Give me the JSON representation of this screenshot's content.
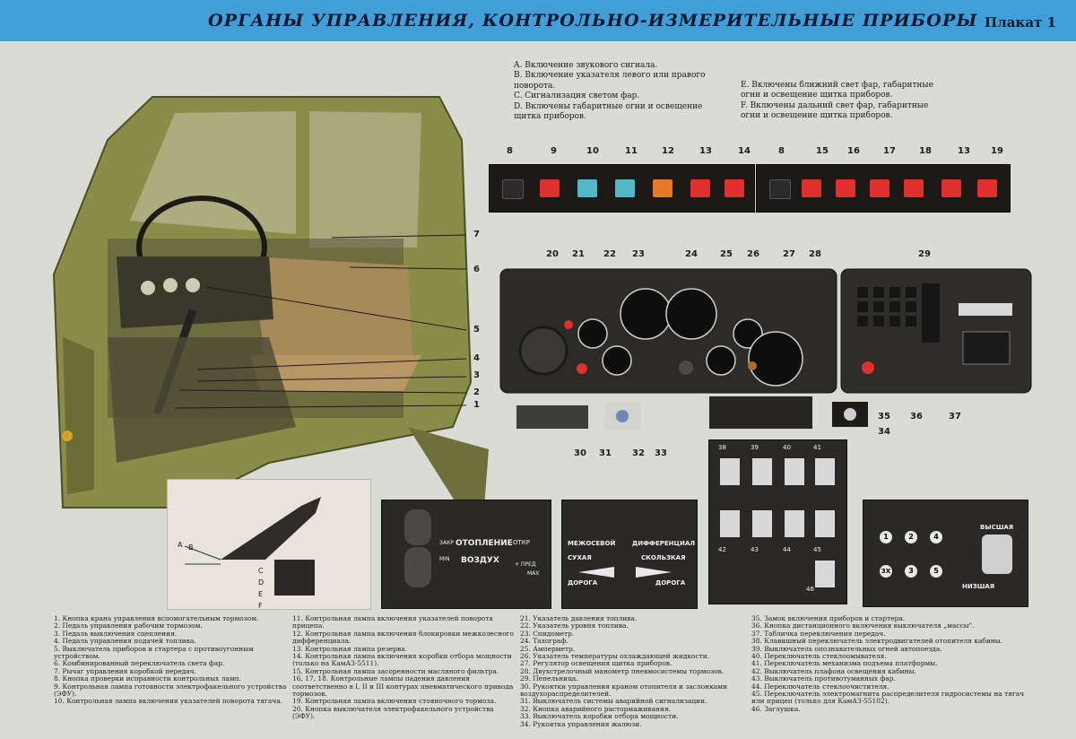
{
  "header": {
    "title": "ОРГАНЫ УПРАВЛЕНИЯ, КОНТРОЛЬНО-ИЗМЕРИТЕЛЬНЫЕ ПРИБОРЫ",
    "plakat": "Плакат 1"
  },
  "notes": [
    "A. Включение звукового сигнала.",
    "B. Включение указателя левого или правого поворота.",
    "C. Сигнализация светом фар.",
    "D. Включены габаритные огни и освещение щитка приборов.",
    "E. Включены ближний свет фар, габаритные огни и освещение щитка приборов.",
    "F. Включены дальний свет фар, габаритные огни и освещение щитка приборов."
  ],
  "numbers": {
    "top_strip": [
      "8",
      "9",
      "10",
      "11",
      "12",
      "13",
      "14",
      "8",
      "15",
      "16",
      "17",
      "18",
      "13",
      "19"
    ],
    "dash_top": [
      "20",
      "21",
      "22",
      "23",
      "24",
      "25",
      "26",
      "27",
      "28",
      "29"
    ],
    "dash_bottom": [
      "30",
      "31",
      "32",
      "33",
      "34",
      "35",
      "36",
      "37"
    ],
    "switch_panel": [
      "38",
      "39",
      "40",
      "41",
      "42",
      "43",
      "44",
      "45",
      "46"
    ],
    "cab": [
      "7",
      "6",
      "5",
      "4",
      "3",
      "2",
      "1"
    ]
  },
  "inset_labels": {
    "heater": {
      "title": "ОТОПЛЕНИЕ",
      "air": "ВОЗДУХ",
      "open": "ОТКР",
      "closed": "ЗАКР",
      "min": "MIN",
      "max": "MAX",
      "plus": "+ ПРЕД"
    },
    "diff": {
      "a": "МЕЖОСЕВОЙ",
      "b": "ДИФФЕРЕНЦИАЛ",
      "c": "СУХАЯ",
      "d": "СКОЛЬЗКАЯ",
      "e": "ДОРОГА",
      "f": "ДОРОГА"
    },
    "gear": {
      "high": "ВЫСШАЯ",
      "low": "НИЗШАЯ",
      "keys": [
        "1",
        "2",
        "4",
        "3X",
        "3",
        "5"
      ]
    },
    "lever": [
      "A",
      "B",
      "C",
      "D",
      "E",
      "F"
    ]
  },
  "legend": {
    "col1": [
      "1. Кнопка крана управления вспомогательным тормозом.",
      "2. Педаль управления рабочим тормозом.",
      "3. Педаль выключения сцепления.",
      "4. Педаль управления подачей топлива.",
      "5. Выключатель приборов и стартера с противоугонным устройством.",
      "6. Комбинированный переключатель света фар.",
      "7. Рычаг управления коробкой передач.",
      "8. Кнопка проверки исправности контрольных ламп.",
      "9. Контрольная лампа готовности электрофакельного устройства (ЭФУ).",
      "10. Контрольная лампа включения указателей поворота тягача."
    ],
    "col2": [
      "11. Контрольная лампа включения указателей поворота прицепа.",
      "12. Контрольная лампа включения блокировки межколесного дифференциала.",
      "13. Контрольная лампа резерва.",
      "14. Контрольная лампа включения коробки отбора мощности (только на КамАЗ-5511).",
      "15. Контрольная лампа засоренности масляного фильтра.",
      "16, 17, 18. Контрольные лампы падения давления соответственно в I, II и III контурах пневматического привода тормозов.",
      "19. Контрольная лампа включения стояночного тормоза.",
      "20. Кнопка выключателя электрофакельного устройства (ЭФУ)."
    ],
    "col3": [
      "21. Указатель давления топлива.",
      "22. Указатель уровня топлива.",
      "23. Спидометр.",
      "24. Тахограф.",
      "25. Амперметр.",
      "26. Указатель температуры охлаждающей жидкости.",
      "27. Регулятор освещения щитка приборов.",
      "28. Двухстрелочный манометр пневмосистемы тормозов.",
      "29. Пепельница.",
      "30. Рукоятки управления краном отопителя и заслонками воздухораспределителей.",
      "31. Выключатель системы аварийной сигнализации.",
      "32. Кнопка аварийного растормаживания.",
      "33. Выключатель коробки отбора мощности.",
      "34. Рукоятка управления жалюзи."
    ],
    "col4": [
      "35. Замок включения приборов и стартера.",
      "36. Кнопка дистанционного включения выключателя „массы\".",
      "37. Табличка переключения передач.",
      "38. Клавишный переключатель электродвигателей отопителя кабины.",
      "39. Выключатель опознавательных огней автопоезда.",
      "40. Переключатель стеклоомывателя.",
      "41. Переключатель механизма подъема платформы.",
      "42. Выключатель плафона освещения кабины.",
      "43. Выключатель противотуманных фар.",
      "44. Переключатель стеклоочистителя.",
      "45. Переключатель электромагнита распределителя гидросистемы на тягач или прицеп (только для КамАЗ-55102).",
      "46. Заглушка."
    ]
  },
  "colors": {
    "header_bg": "#3f9fd6",
    "cab_green": "#8c8f4a",
    "red_lamp": "#e0302c",
    "cyan_lamp": "#54b8c8",
    "orange_lamp": "#e47a2c"
  }
}
